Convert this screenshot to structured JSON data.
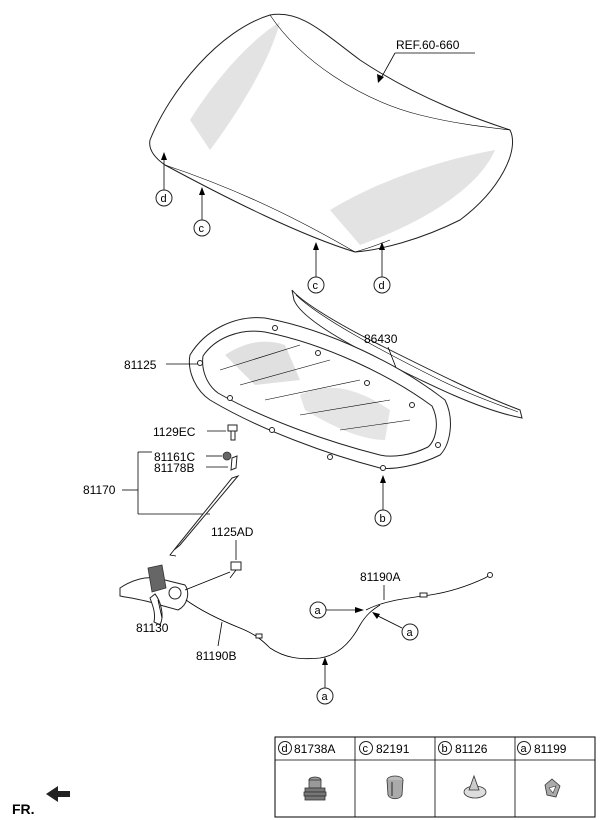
{
  "labels": {
    "ref": "REF.60-660",
    "p86430": "86430",
    "p81125": "81125",
    "p1129EC": "1129EC",
    "p81161C": "81161C",
    "p81178B": "81178B",
    "p81170": "81170",
    "p1125AD": "1125AD",
    "p81130": "81130",
    "p81190A": "81190A",
    "p81190B": "81190B",
    "fr": "FR."
  },
  "callouts": {
    "a": "a",
    "b": "b",
    "c": "c",
    "d": "d"
  },
  "legend": [
    {
      "letter": "d",
      "part": "81738A"
    },
    {
      "letter": "c",
      "part": "82191"
    },
    {
      "letter": "b",
      "part": "81126"
    },
    {
      "letter": "a",
      "part": "81199"
    }
  ]
}
